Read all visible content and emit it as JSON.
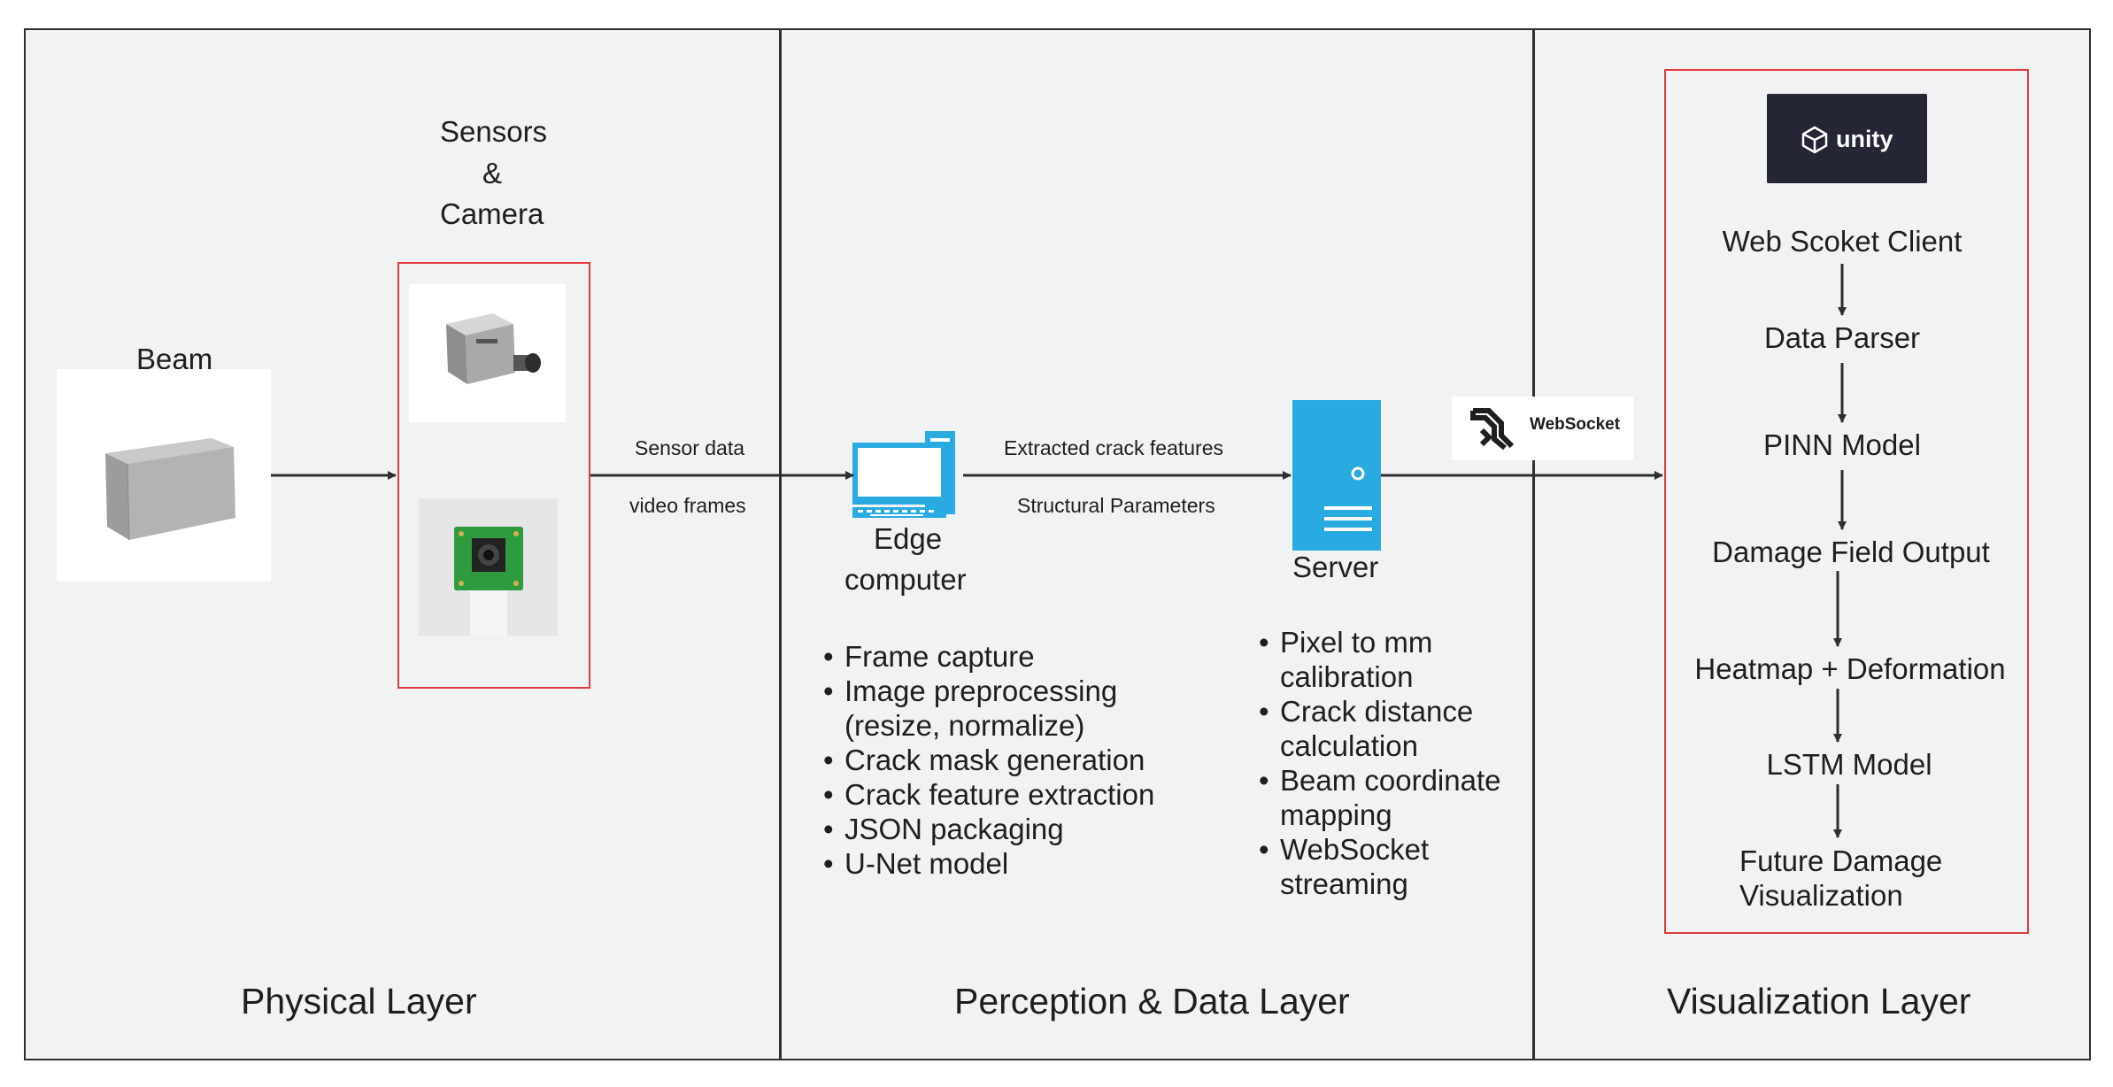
{
  "panels": {
    "physical": {
      "title": "Physical Layer"
    },
    "perception": {
      "title": "Perception & Data Layer"
    },
    "visualization": {
      "title": "Visualization Layer"
    }
  },
  "beam": {
    "label": "Beam"
  },
  "sensors": {
    "label_line1": "Sensors",
    "label_line2": "&",
    "label_line3": "Camera"
  },
  "edges": {
    "sensor_data": "Sensor data",
    "video_frames": "video frames",
    "extracted_crack_features": "Extracted crack features",
    "structural_parameters": "Structural Parameters"
  },
  "edge_computer": {
    "label_line1": "Edge",
    "label_line2": "computer",
    "tasks": [
      "Frame capture",
      "Image preprocessing\n(resize, normalize)",
      "Crack mask generation",
      "Crack feature extraction",
      "JSON packaging",
      "U-Net model"
    ]
  },
  "server": {
    "label": "Server",
    "tasks": [
      "Pixel to mm\ncalibration",
      "Crack distance\ncalculation",
      "Beam coordinate\nmapping",
      "WebSocket\nstreaming"
    ]
  },
  "websocket_logo": {
    "text": "WebSocket"
  },
  "unity_logo": {
    "text": "unity"
  },
  "pipeline": {
    "steps": [
      "Web Scoket Client",
      "Data Parser",
      "PINN Model",
      "Damage Field Output",
      "Heatmap + Deformation",
      "LSTM Model",
      "Future Damage\nVisualization"
    ]
  },
  "colors": {
    "panel_bg": "#f1f2f4",
    "panel_border": "#2f2f2f",
    "highlight_border": "#e23b3b",
    "device_blue": "#29abe2",
    "unity_bg": "#242535"
  }
}
